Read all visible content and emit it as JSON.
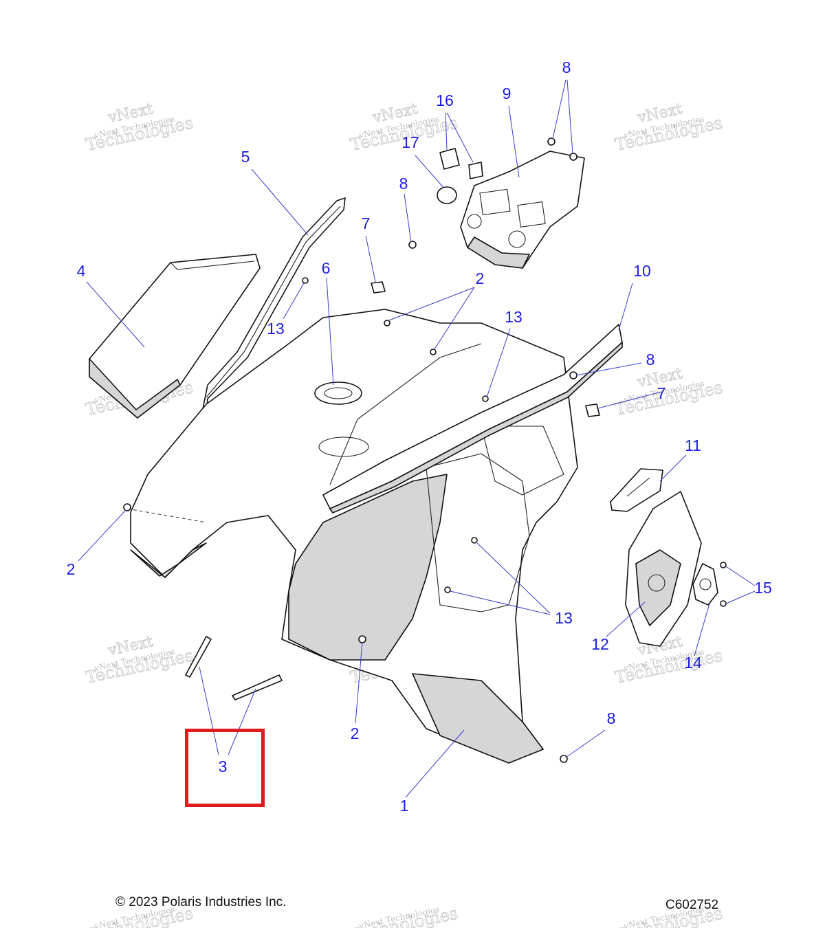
{
  "callouts": [
    {
      "id": "1",
      "text": "1"
    },
    {
      "id": "2a",
      "text": "2"
    },
    {
      "id": "2b",
      "text": "2"
    },
    {
      "id": "2c",
      "text": "2"
    },
    {
      "id": "3",
      "text": "3"
    },
    {
      "id": "4",
      "text": "4"
    },
    {
      "id": "5",
      "text": "5"
    },
    {
      "id": "6",
      "text": "6"
    },
    {
      "id": "7a",
      "text": "7"
    },
    {
      "id": "7b",
      "text": "7"
    },
    {
      "id": "8a",
      "text": "8"
    },
    {
      "id": "8b",
      "text": "8"
    },
    {
      "id": "8c",
      "text": "8"
    },
    {
      "id": "8d",
      "text": "8"
    },
    {
      "id": "9",
      "text": "9"
    },
    {
      "id": "10",
      "text": "10"
    },
    {
      "id": "11",
      "text": "11"
    },
    {
      "id": "12",
      "text": "12"
    },
    {
      "id": "13a",
      "text": "13"
    },
    {
      "id": "13b",
      "text": "13"
    },
    {
      "id": "13c",
      "text": "13"
    },
    {
      "id": "14",
      "text": "14"
    },
    {
      "id": "15",
      "text": "15"
    },
    {
      "id": "16",
      "text": "16"
    },
    {
      "id": "17",
      "text": "17"
    }
  ],
  "watermark": {
    "line1": "vNext Technologies",
    "line2": "Technologies",
    "line3": "vNext"
  },
  "footer": {
    "copyright": "© 2023 Polaris Industries Inc.",
    "drawing_id": "C602752"
  },
  "colors": {
    "callout": "#1a1ae6",
    "highlight": "#e01b1b"
  },
  "highlighted_callout": "3"
}
